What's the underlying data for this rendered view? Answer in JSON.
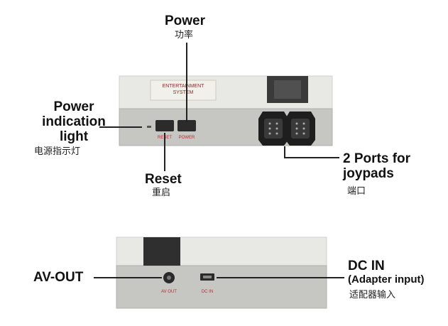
{
  "labels": {
    "power": {
      "en": "Power",
      "zh": "功率"
    },
    "power_indication": {
      "en_lines": [
        "Power",
        "indication",
        "light"
      ],
      "zh": "电源指示灯"
    },
    "reset": {
      "en": "Reset",
      "zh": "重启"
    },
    "ports": {
      "en_lines": [
        "2 Ports for",
        "joypads"
      ],
      "zh": "端口"
    },
    "av_out": {
      "en": "AV-OUT"
    },
    "dc_in": {
      "en": "DC IN",
      "sub": "(Adapter input)",
      "zh": "适配器输入"
    }
  },
  "console_top": {
    "title_lines": [
      "ENTERTAINMENT",
      "SYSTEM"
    ],
    "reset_button": "RESET",
    "power_button": "POWER"
  },
  "console_back": {
    "av_out_label": "AV OUT",
    "dc_in_label": "DC IN"
  },
  "colors": {
    "body_light": "#e4e4e0",
    "body_dark": "#c4c4c0",
    "button": "#2a2a2a",
    "label_red": "#b23030"
  }
}
